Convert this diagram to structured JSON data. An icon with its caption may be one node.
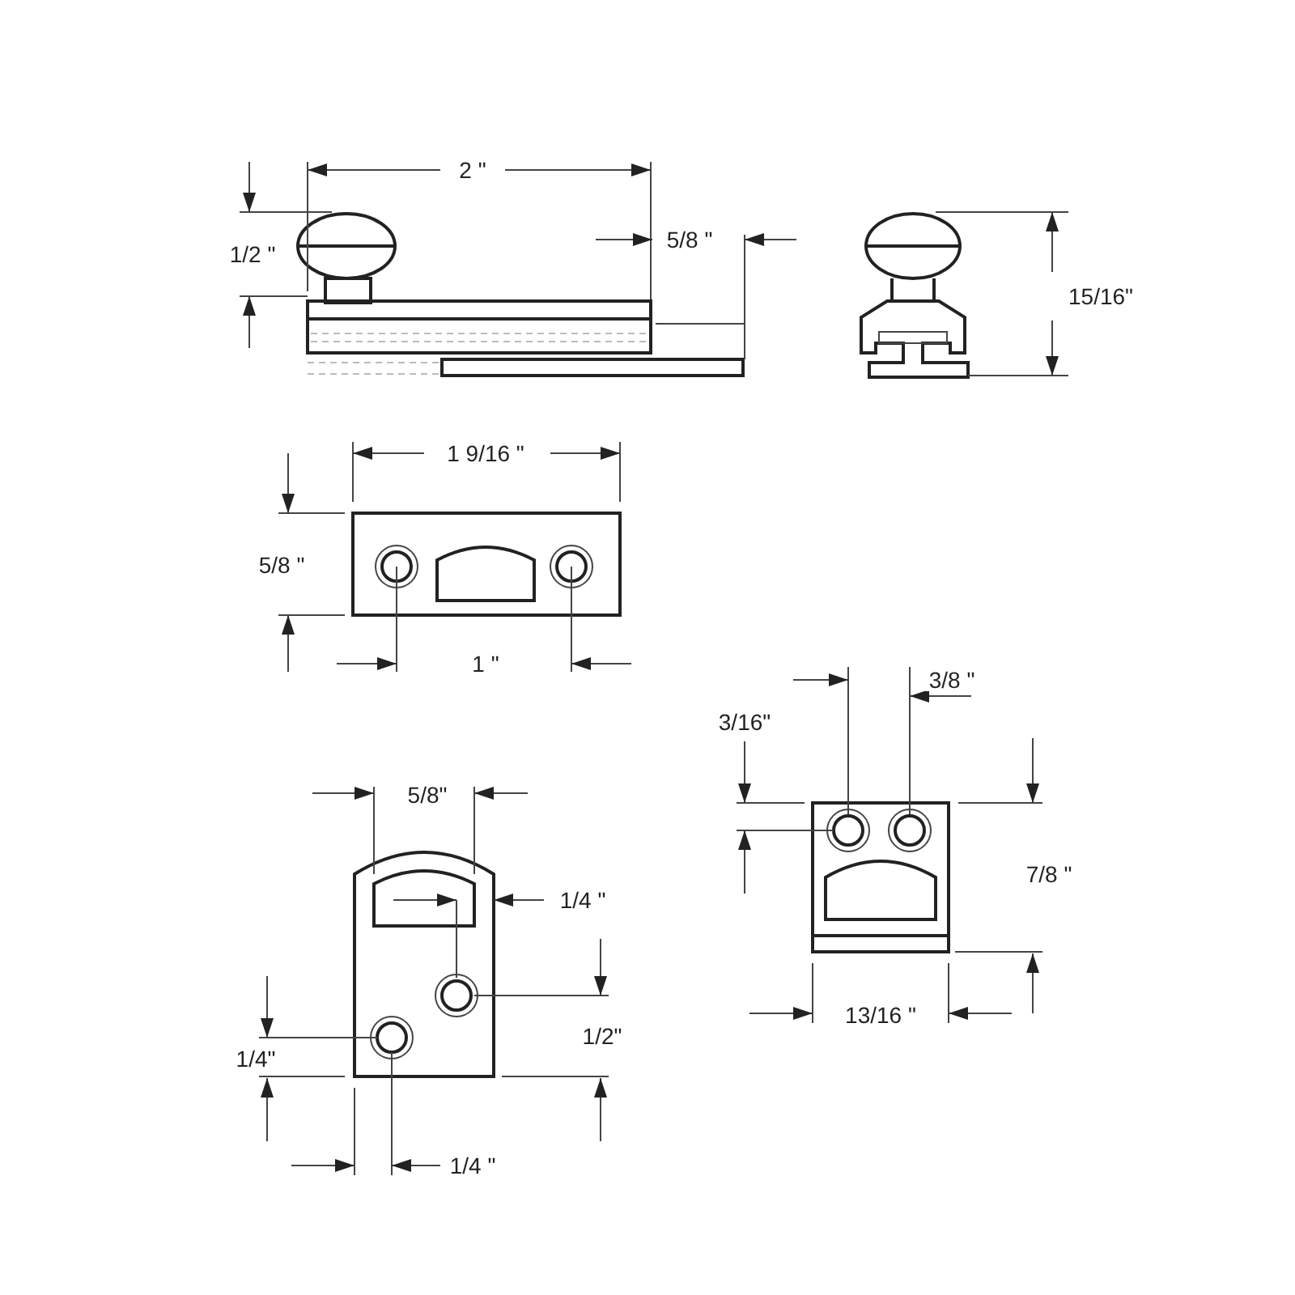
{
  "diagram": {
    "labels": [
      "2 \"",
      "1/2 \"",
      "5/8 \"",
      "15/16\"",
      "1 9/16 \"",
      "5/8 \"",
      "1 \"",
      "3/8 \"",
      "3/16\"",
      "5/8\"",
      "1/4 \"",
      "7/8 \"",
      "1/2\"",
      "13/16 \"",
      "1/4\"",
      "1/4 \""
    ]
  }
}
